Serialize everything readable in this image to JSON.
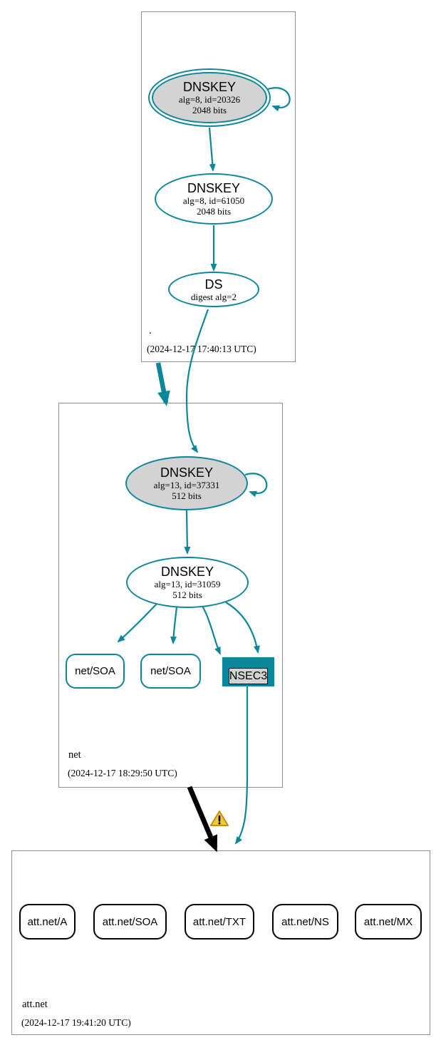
{
  "colors": {
    "secure": "#0a879a",
    "insecure": "#000000",
    "warning_fill": "#f5c83b",
    "warning_border": "#bf9118",
    "ksk_fill": "#d3d3d3",
    "zone_border": "#8f8f8f"
  },
  "zones": {
    "root": {
      "label": ".",
      "timestamp": "(2024-12-17 17:40:13 UTC)"
    },
    "net": {
      "label": "net",
      "timestamp": "(2024-12-17 18:29:50 UTC)"
    },
    "attnet": {
      "label": "att.net",
      "timestamp": "(2024-12-17 19:41:20 UTC)"
    }
  },
  "nodes": {
    "root_ksk": {
      "type": "DNSKEY",
      "detail": "alg=8, id=20326",
      "size": "2048 bits"
    },
    "root_zsk": {
      "type": "DNSKEY",
      "detail": "alg=8, id=61050",
      "size": "2048 bits"
    },
    "root_ds": {
      "type": "DS",
      "detail": "digest alg=2"
    },
    "net_ksk": {
      "type": "DNSKEY",
      "detail": "alg=13, id=37331",
      "size": "512 bits"
    },
    "net_zsk": {
      "type": "DNSKEY",
      "detail": "alg=13, id=31059",
      "size": "512 bits"
    },
    "net_soa_left": {
      "label": "net/SOA"
    },
    "net_soa_right": {
      "label": "net/SOA"
    },
    "net_nsec3": {
      "label": "NSEC3"
    },
    "attnet_a": {
      "label": "att.net/A"
    },
    "attnet_soa": {
      "label": "att.net/SOA"
    },
    "attnet_txt": {
      "label": "att.net/TXT"
    },
    "attnet_ns": {
      "label": "att.net/NS"
    },
    "attnet_mx": {
      "label": "att.net/MX"
    }
  }
}
